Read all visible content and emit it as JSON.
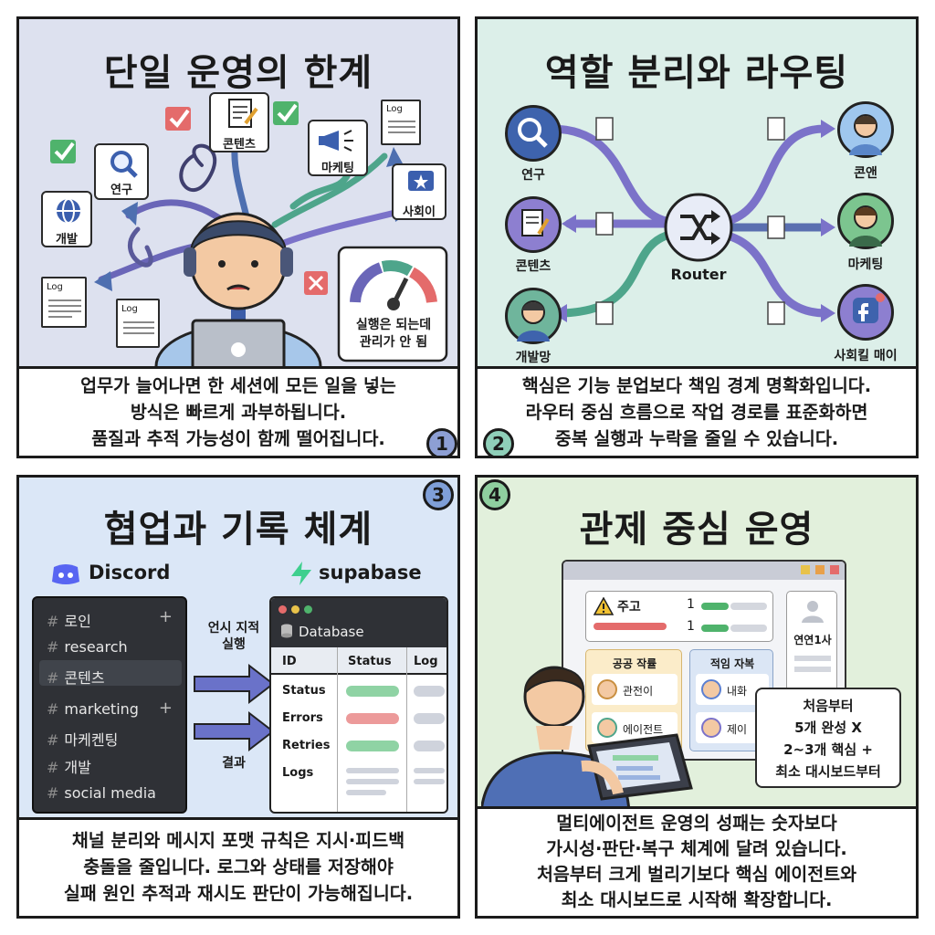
{
  "panels": {
    "p1": {
      "title": "단일 운영의 한계",
      "number": "1",
      "tags": {
        "research": "연구",
        "content": "콘텐츠",
        "marketing": "마케팅",
        "social": "사회이",
        "dev": "개발",
        "log": "Log"
      },
      "gauge_text": [
        "실행은 되는데",
        "관리가 안 됨"
      ],
      "caption": [
        "업무가 늘어나면 한 세션에 모든 일을 넣는",
        "방식은 빠르게 과부하됩니다.",
        "품질과 추적 가능성이 함께 떨어집니다."
      ]
    },
    "p2": {
      "title": "역할 분리와 라우팅",
      "number": "2",
      "router_label": "Router",
      "left_nodes": [
        "연구",
        "콘텐츠",
        "개발망"
      ],
      "right_nodes": [
        "콘앤",
        "마케팅",
        "사회킬 매이"
      ],
      "caption": [
        "핵심은 기능 분업보다 책임 경계 명확화입니다.",
        "라우터 중심 흐름으로 작업 경로를 표준화하면",
        "중복 실행과 누락을 줄일 수 있습니다."
      ]
    },
    "p3": {
      "title": "협업과 기록 체계",
      "number": "3",
      "discord_label": "Discord",
      "supabase_label": "supabase",
      "channels": [
        "로인",
        "research",
        "콘텐츠",
        "marketing",
        "마케켄팅",
        "개발",
        "social media"
      ],
      "arrow_top_label": [
        "언시 지적",
        "실행"
      ],
      "arrow_bottom_label": "결과",
      "db_title": "Database",
      "table_headers": [
        "ID",
        "Status",
        "Log"
      ],
      "table_rows": [
        "Status",
        "Errors",
        "Retries",
        "Logs"
      ],
      "caption": [
        "채널 분리와 메시지 포맷 규칙은 지시·피드백",
        "충돌을 줄입니다. 로그와 상태를 저장해야",
        "실패 원인 추적과 재시도 판단이 가능해집니다."
      ]
    },
    "p4": {
      "title": "관제 중심 운영",
      "number": "4",
      "warn_label": "주고",
      "metric_values": [
        "1",
        "1"
      ],
      "profile_label": "연연1사",
      "group_a_title": "공공 작률",
      "group_a_items": [
        "관전이",
        "에이전트"
      ],
      "group_b_title": "적임 자복",
      "group_b_items": [
        "내화",
        "제이"
      ],
      "note": [
        "처음부터",
        "5개 완성 X",
        "2~3개 핵심 +",
        "최소 대시보드부터"
      ],
      "caption": [
        "멀티에이전트 운영의 성패는 숫자보다",
        "가시성·판단·복구 체계에 달려 있습니다.",
        "처음부터 크게 벌리기보다 핵심 에이전트와",
        "최소 대시보드로 시작해 확장합니다."
      ]
    }
  },
  "colors": {
    "p1_bg": "#dde1ef",
    "p2_bg": "#dcefe9",
    "p3_bg": "#dbe7f7",
    "p4_bg": "#e2f0dc",
    "purple": "#7b72c9",
    "teal": "#4ea58b",
    "blue": "#5b7fd1"
  }
}
